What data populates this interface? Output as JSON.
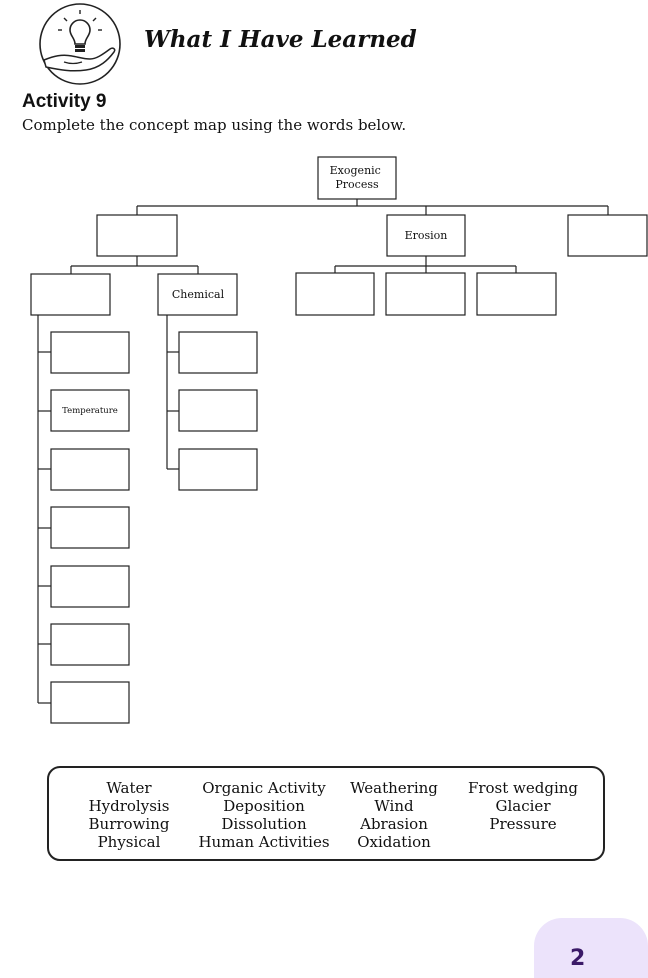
{
  "header": {
    "section_title": "What I Have Learned",
    "logo_icon": "lightbulb-hand-icon"
  },
  "activity": {
    "title": "Activity 9",
    "instructions": "Complete the concept map using the words below."
  },
  "concept_map": {
    "root": "Exogenic\nProcess",
    "level1": [
      "",
      "Erosion",
      ""
    ],
    "weathering_children": [
      "",
      "Chemical"
    ],
    "erosion_children": [
      "",
      "",
      ""
    ],
    "left_column": [
      "",
      "Temperature",
      "",
      "",
      "",
      "",
      ""
    ],
    "chemical_column": [
      "",
      "",
      ""
    ]
  },
  "word_bank": {
    "columns": [
      [
        "Water",
        "Hydrolysis",
        "Burrowing",
        "Physical"
      ],
      [
        "Organic Activity",
        "Deposition",
        "Dissolution",
        "Human Activities"
      ],
      [
        "Weathering",
        "Wind",
        "Abrasion",
        "Oxidation"
      ],
      [
        "Frost wedging",
        "Glacier",
        "Pressure"
      ]
    ]
  },
  "page": {
    "number": "2",
    "tab_color": "#ece3fb"
  }
}
